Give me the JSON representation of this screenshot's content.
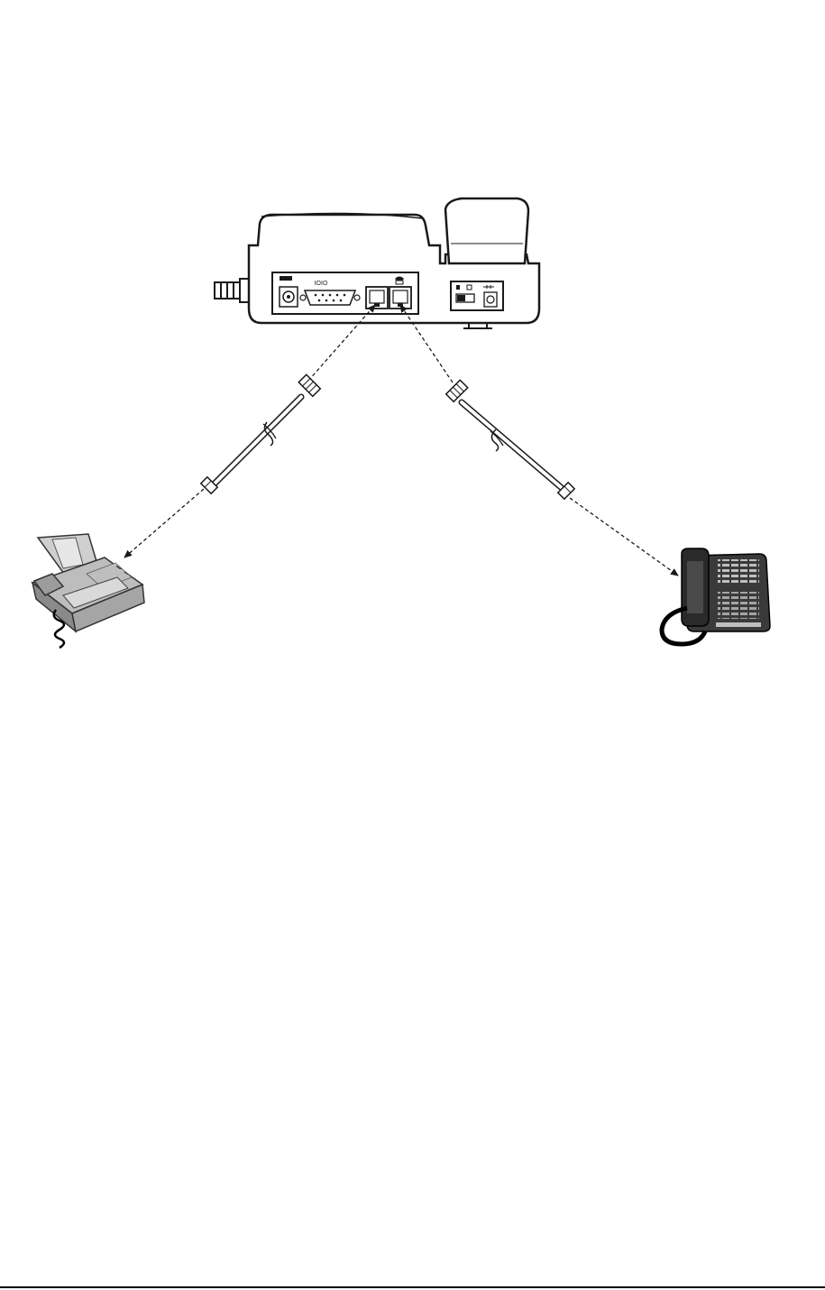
{
  "device": {
    "serial_port_label": "IOIO"
  },
  "colors": {
    "line": "#1a1a1a",
    "device_fill": "#ffffff",
    "fax_fill": "#bdbdbd",
    "fax_dark": "#8a8a8a",
    "phone_fill": "#3a3a3a",
    "phone_keys": "#bfbfbf",
    "cord": "#000000"
  },
  "icons": {
    "device": "cellular-terminal-icon",
    "antenna": "antenna-connector-icon",
    "fax": "fax-machine-icon",
    "phone": "desk-telephone-icon",
    "cable": "rj11-cable-icon"
  },
  "connections": [
    {
      "from": "left-rj11-port",
      "to": "fax-machine"
    },
    {
      "from": "right-rj11-port",
      "to": "desk-telephone"
    }
  ]
}
